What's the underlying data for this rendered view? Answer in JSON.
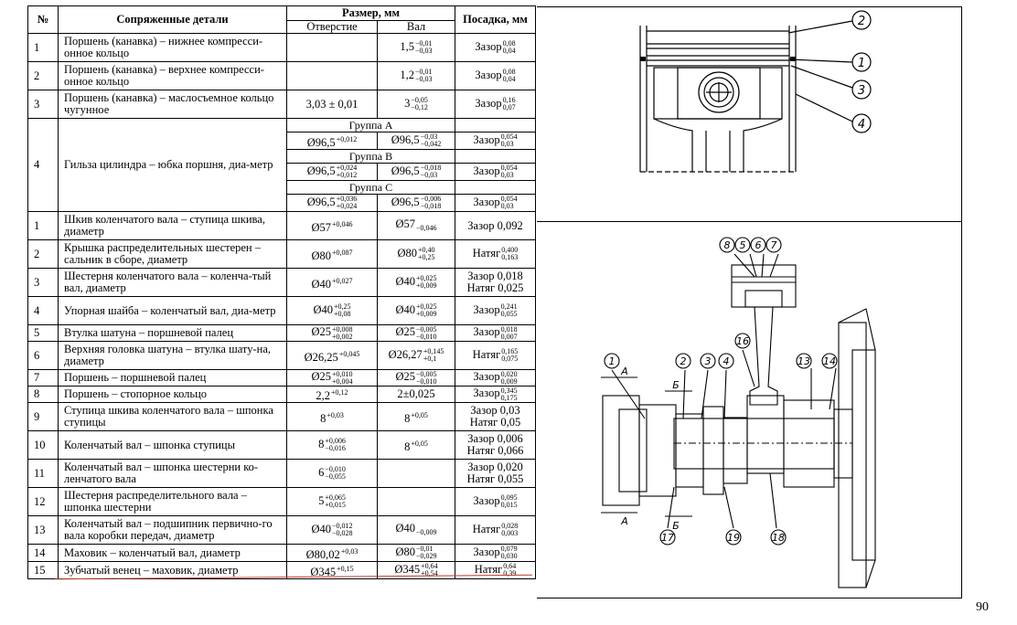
{
  "header": {
    "num": "№",
    "details": "Сопряженные детали",
    "size": "Размер, мм",
    "hole": "Отверстие",
    "shaft": "Вал",
    "fit": "Посадка, мм"
  },
  "rows1": [
    {
      "num": "1",
      "details": "Поршень (канавка) – нижнее компресси-онное кольцо",
      "hole": "",
      "shaft": {
        "base": "1,5",
        "up": "−0,01",
        "lo": "−0,03"
      },
      "fit": {
        "base": "Зазор",
        "up": "0,08",
        "lo": "0,04"
      }
    },
    {
      "num": "2",
      "details": "Поршень (канавка) – верхнее компресси-онное кольцо",
      "hole": "",
      "shaft": {
        "base": "1,2",
        "up": "−0,01",
        "lo": "−0,03"
      },
      "fit": {
        "base": "Зазор",
        "up": "0,08",
        "lo": "0,04"
      }
    },
    {
      "num": "3",
      "details": "Поршень (канавка) – маслосъемное кольцо чугунное",
      "hole": {
        "base": "3,03 ± 0,01"
      },
      "shaft": {
        "base": "3",
        "up": "−0,05",
        "lo": "−0,12"
      },
      "fit": {
        "base": "Зазор",
        "up": "0,16",
        "lo": "0,07"
      }
    }
  ],
  "row4": {
    "num": "4",
    "details": "Гильза цилиндра – юбка поршня, диа-метр",
    "groups": [
      {
        "label": "Группа А",
        "hole": {
          "base": "Ø96,5",
          "up": "+0,012",
          "lo": ""
        },
        "shaft": {
          "base": "Ø96,5",
          "up": "−0,03",
          "lo": "−0,042"
        },
        "fit": {
          "base": "Зазор",
          "up": "0,054",
          "lo": "0,03"
        }
      },
      {
        "label": "Группа В",
        "hole": {
          "base": "Ø96,5",
          "up": "+0,024",
          "lo": "+0,012"
        },
        "shaft": {
          "base": "Ø96,5",
          "up": "−0,018",
          "lo": "−0,03"
        },
        "fit": {
          "base": "Зазор",
          "up": "0,054",
          "lo": "0,03"
        }
      },
      {
        "label": "Группа С",
        "hole": {
          "base": "Ø96,5",
          "up": "+0,036",
          "lo": "+0,024"
        },
        "shaft": {
          "base": "Ø96,5",
          "up": "−0,006",
          "lo": "−0,018"
        },
        "fit": {
          "base": "Зазор",
          "up": "0,054",
          "lo": "0,03"
        }
      }
    ]
  },
  "rows2": [
    {
      "num": "1",
      "details": "Шкив коленчатого вала – ступица шкива, диаметр",
      "hole": {
        "base": "Ø57",
        "up": "+0,046",
        "lo": ""
      },
      "shaft": {
        "base": "Ø57",
        "up": "",
        "lo": "−0,046"
      },
      "fit": {
        "base": "Зазор 0,092"
      }
    },
    {
      "num": "2",
      "details": "Крышка распределительных шестерен – сальник в сборе, диаметр",
      "hole": {
        "base": "Ø80",
        "up": "+0,087",
        "lo": ""
      },
      "shaft": {
        "base": "Ø80",
        "up": "+0,40",
        "lo": "+0,25"
      },
      "fit": {
        "base": "Натяг",
        "up": "0,400",
        "lo": "0,163"
      }
    },
    {
      "num": "3",
      "details": "Шестерня коленчатого вала – коленча-тый вал, диаметр",
      "hole": {
        "base": "Ø40",
        "up": "+0,027",
        "lo": ""
      },
      "shaft": {
        "base": "Ø40",
        "up": "+0,025",
        "lo": "+0,009"
      },
      "fit": {
        "lines": [
          "Зазор 0,018",
          "Натяг 0,025"
        ]
      }
    },
    {
      "num": "4",
      "details": "Упорная шайба – коленчатый вал, диа-метр",
      "hole": {
        "base": "Ø40",
        "up": "+0,25",
        "lo": "+0,08"
      },
      "shaft": {
        "base": "Ø40",
        "up": "+0,025",
        "lo": "+0,009"
      },
      "fit": {
        "base": "Зазор",
        "up": "0,241",
        "lo": "0,055"
      }
    },
    {
      "num": "5",
      "details": "Втулка шатуна – поршневой палец",
      "hole": {
        "base": "Ø25",
        "up": "+0,008",
        "lo": "+0,002"
      },
      "shaft": {
        "base": "Ø25",
        "up": "−0,005",
        "lo": "−0,010"
      },
      "fit": {
        "base": "Зазор",
        "up": "0,018",
        "lo": "0,007"
      }
    },
    {
      "num": "6",
      "details": "Верхняя головка шатуна – втулка шату-на, диаметр",
      "hole": {
        "base": "Ø26,25",
        "up": "+0,045",
        "lo": ""
      },
      "shaft": {
        "base": "Ø26,27",
        "up": "+0,145",
        "lo": "+0,1"
      },
      "fit": {
        "base": "Натяг",
        "up": "0,165",
        "lo": "0,075"
      }
    },
    {
      "num": "7",
      "details": "Поршень – поршневой палец",
      "hole": {
        "base": "Ø25",
        "up": "+0,010",
        "lo": "+0,004"
      },
      "shaft": {
        "base": "Ø25",
        "up": "−0,005",
        "lo": "−0,010"
      },
      "fit": {
        "base": "Зазор",
        "up": "0,020",
        "lo": "0,009"
      }
    },
    {
      "num": "8",
      "details": "Поршень – стопорное кольцо",
      "hole": {
        "base": "2,2",
        "up": "+0,12",
        "lo": ""
      },
      "shaft": {
        "base": "2±0,025"
      },
      "fit": {
        "base": "Зазор",
        "up": "0,345",
        "lo": "0,175"
      }
    },
    {
      "num": "9",
      "details": "Ступица шкива коленчатого вала – шпонка ступицы",
      "hole": {
        "base": "8",
        "up": "+0,03",
        "lo": ""
      },
      "shaft": {
        "base": "8",
        "up": "+0,05",
        "lo": ""
      },
      "fit": {
        "lines": [
          "Зазор 0,03",
          "Натяг 0,05"
        ]
      }
    },
    {
      "num": "10",
      "details": "Коленчатый вал – шпонка ступицы",
      "hole": {
        "base": "8",
        "up": "+0,006",
        "lo": "−0,016"
      },
      "shaft": {
        "base": "8",
        "up": "+0,05",
        "lo": ""
      },
      "fit": {
        "lines": [
          "Зазор 0,006",
          "Натяг 0,066"
        ]
      }
    },
    {
      "num": "11",
      "details": "Коленчатый вал – шпонка шестерни ко-ленчатого вала",
      "hole": {
        "base": "6",
        "up": "−0,010",
        "lo": "−0,055"
      },
      "shaft": "",
      "fit": {
        "lines": [
          "Зазор 0,020",
          "Натяг 0,055"
        ]
      }
    },
    {
      "num": "12",
      "details": "Шестерня распределительного вала – шпонка шестерни",
      "hole": {
        "base": "5",
        "up": "+0,065",
        "lo": "+0,015"
      },
      "shaft": "",
      "fit": {
        "base": "Зазор",
        "up": "0,095",
        "lo": "0,015"
      }
    },
    {
      "num": "13",
      "details": "Коленчатый вал – подшипник первично-го вала коробки передач, диаметр",
      "hole": {
        "base": "Ø40",
        "up": "−0,012",
        "lo": "−0,028"
      },
      "shaft": {
        "base": "Ø40",
        "up": "",
        "lo": "−0,009"
      },
      "fit": {
        "base": "Натяг",
        "up": "0,028",
        "lo": "0,003"
      }
    },
    {
      "num": "14",
      "details": "Маховик – коленчатый вал, диаметр",
      "hole": {
        "base": "Ø80,02",
        "up": "+0,03",
        "lo": ""
      },
      "shaft": {
        "base": "Ø80",
        "up": "−0,01",
        "lo": "−0,029"
      },
      "fit": {
        "base": "Зазор",
        "up": "0,079",
        "lo": "0,030"
      }
    },
    {
      "num": "15",
      "details": "Зубчатый венец – маховик, диаметр",
      "hole": {
        "base": "Ø345",
        "up": "+0,15",
        "lo": ""
      },
      "shaft": {
        "base": "Ø345",
        "up": "+0,64",
        "lo": "+0,54"
      },
      "fit": {
        "base": "Натяг",
        "up": "0,64",
        "lo": "0,39"
      }
    }
  ],
  "callouts_top": [
    "2",
    "1",
    "3",
    "4"
  ],
  "callouts_bottom": [
    "8",
    "5",
    "6",
    "7",
    "16",
    "1",
    "2",
    "3",
    "4",
    "13",
    "14",
    "17",
    "19",
    "18"
  ],
  "section_marks": [
    "А",
    "Б",
    "А",
    "Б"
  ],
  "page_number": "90"
}
